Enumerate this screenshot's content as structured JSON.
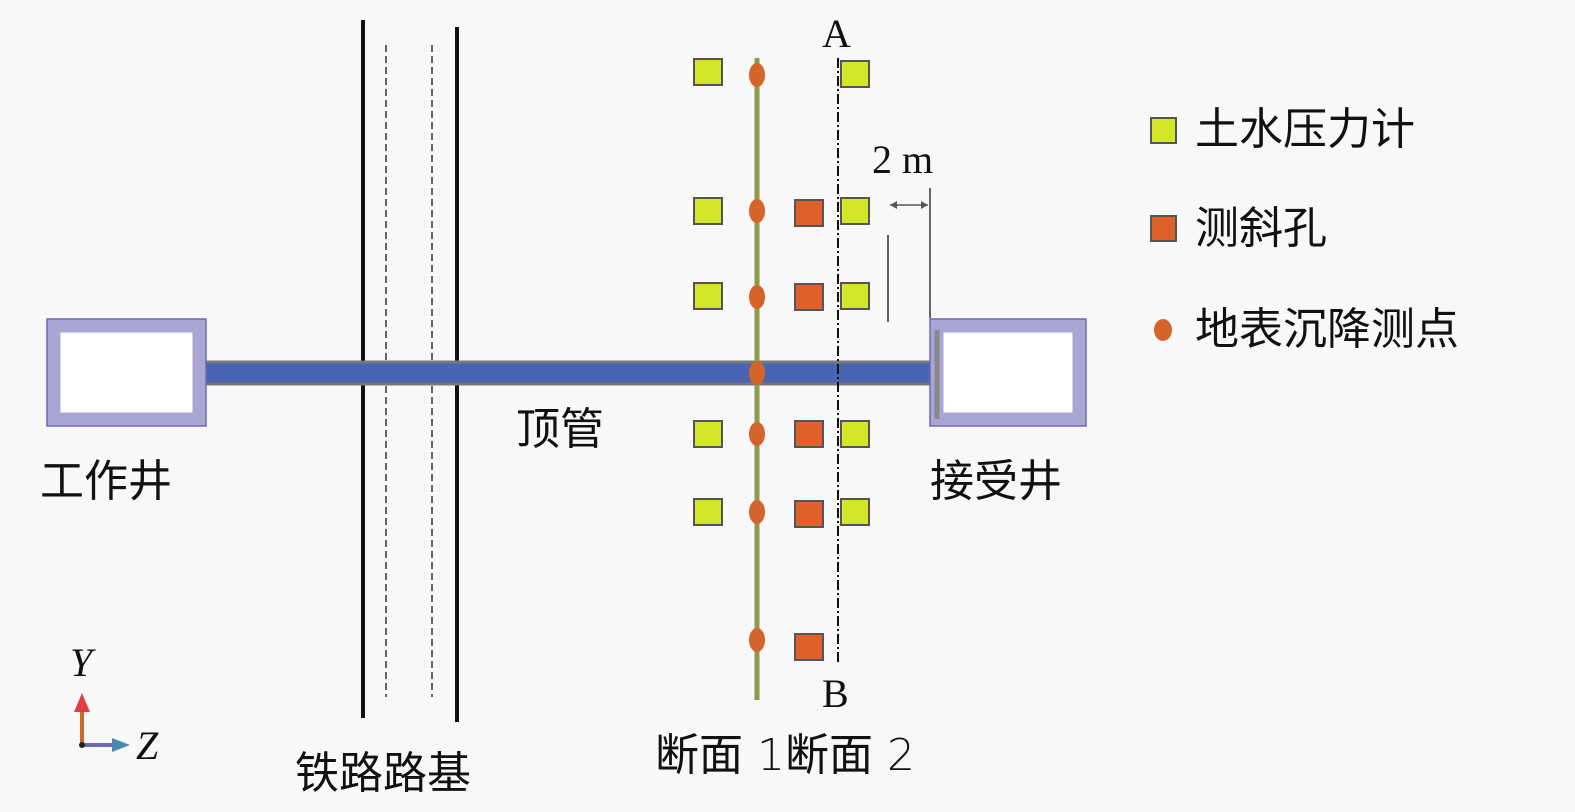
{
  "labels": {
    "working_shaft": "工作井",
    "receiving_shaft": "接受井",
    "pipe_jacking": "顶管",
    "railway_subgrade": "铁路路基",
    "section_labels": "断面 1断面 2",
    "point_a": "A",
    "point_b": "B",
    "spacing": "2 m",
    "axis_y": "Y",
    "axis_z": "Z"
  },
  "legend": [
    {
      "label": "土水压力计",
      "icon": "yellow-square-icon",
      "color": "#d4e62a"
    },
    {
      "label": "测斜孔",
      "icon": "orange-square-icon",
      "color": "#e0602c"
    },
    {
      "label": "地表沉降测点",
      "icon": "orange-dot-icon",
      "color": "#d4642a"
    }
  ],
  "colors": {
    "pipe": "#4a64b4",
    "shaft": "#a9a6d6",
    "section_line": "#8a9a50"
  }
}
